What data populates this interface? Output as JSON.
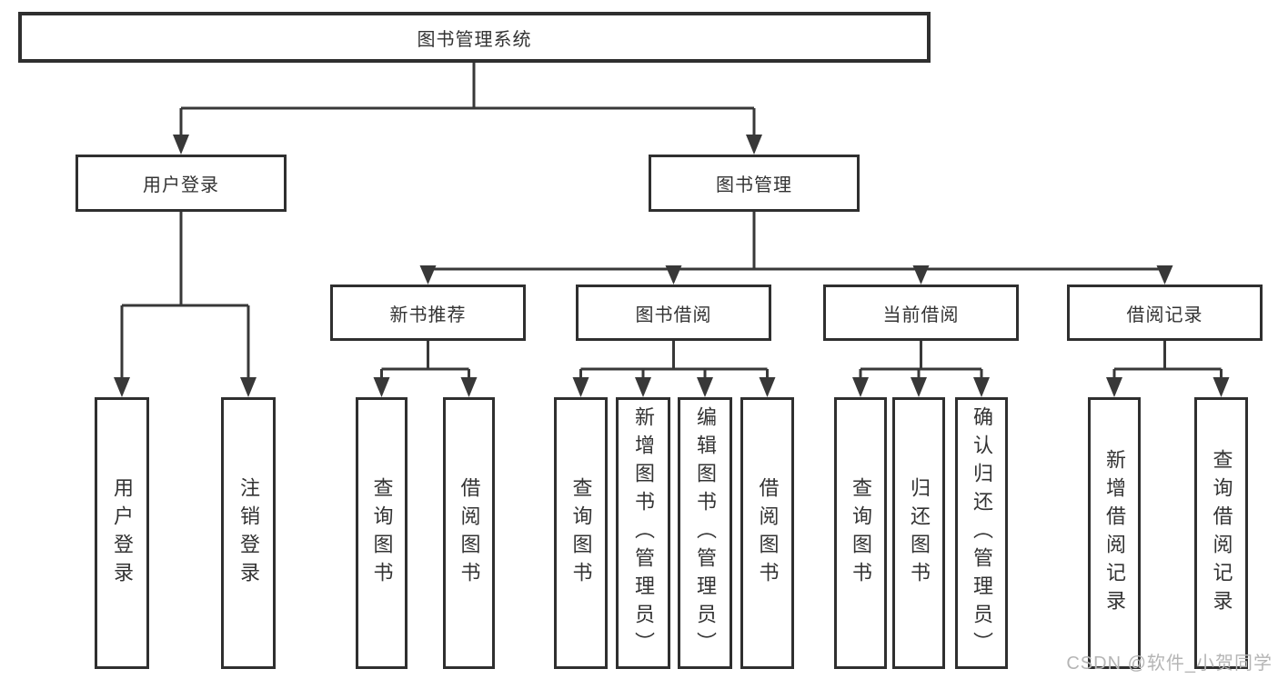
{
  "diagram": {
    "root": {
      "label": "图书管理系统"
    },
    "level2": [
      {
        "label": "用户登录"
      },
      {
        "label": "图书管理"
      }
    ],
    "level3": [
      {
        "label": "新书推荐"
      },
      {
        "label": "图书借阅"
      },
      {
        "label": "当前借阅"
      },
      {
        "label": "借阅记录"
      }
    ],
    "leaves": [
      {
        "label": "用户登录"
      },
      {
        "label": "注销登录"
      },
      {
        "label": "查询图书"
      },
      {
        "label": "借阅图书"
      },
      {
        "label": "查询图书"
      },
      {
        "label": "新增图书（管理员）"
      },
      {
        "label": "编辑图书（管理员）"
      },
      {
        "label": "借阅图书"
      },
      {
        "label": "查询图书"
      },
      {
        "label": "归还图书"
      },
      {
        "label": "确认归还（管理员）"
      },
      {
        "label": "新增借阅记录"
      },
      {
        "label": "查询借阅记录"
      }
    ]
  },
  "watermark": {
    "text": "CSDN @软件_小贺同学"
  },
  "colors": {
    "line": "#383838",
    "box_border": "#2f2f2f",
    "text": "#333333",
    "watermark": "#b5b5b5",
    "background": "#ffffff"
  }
}
